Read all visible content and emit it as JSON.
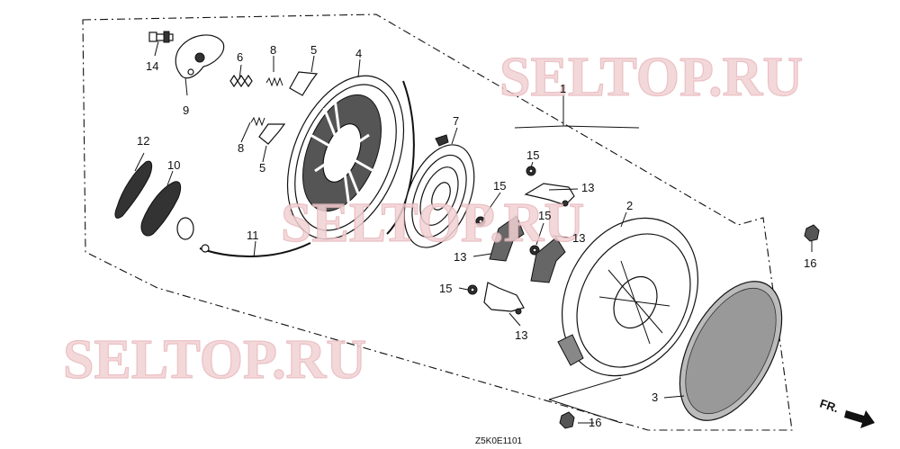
{
  "watermarks": [
    "SELTOP.RU",
    "SELTOP.RU",
    "SELTOP.RU"
  ],
  "callouts": [
    {
      "id": "c14",
      "text": "14"
    },
    {
      "id": "c9",
      "text": "9"
    },
    {
      "id": "c6",
      "text": "6"
    },
    {
      "id": "c8a",
      "text": "8"
    },
    {
      "id": "c5a",
      "text": "5"
    },
    {
      "id": "c4",
      "text": "4"
    },
    {
      "id": "c1",
      "text": "1"
    },
    {
      "id": "c8b",
      "text": "8"
    },
    {
      "id": "c5b",
      "text": "5"
    },
    {
      "id": "c12",
      "text": "12"
    },
    {
      "id": "c10",
      "text": "10"
    },
    {
      "id": "c11",
      "text": "11"
    },
    {
      "id": "c7",
      "text": "7"
    },
    {
      "id": "c15a",
      "text": "15"
    },
    {
      "id": "c13a",
      "text": "13"
    },
    {
      "id": "c15b",
      "text": "15"
    },
    {
      "id": "c15c",
      "text": "15"
    },
    {
      "id": "c13b",
      "text": "13"
    },
    {
      "id": "c13c",
      "text": "13"
    },
    {
      "id": "c2",
      "text": "2"
    },
    {
      "id": "c15d",
      "text": "15"
    },
    {
      "id": "c13d",
      "text": "13"
    },
    {
      "id": "c16a",
      "text": "16"
    },
    {
      "id": "c3",
      "text": "3"
    },
    {
      "id": "c16b",
      "text": "16"
    }
  ],
  "diagram_code": "Z5K0E1101",
  "direction_label": "FR."
}
